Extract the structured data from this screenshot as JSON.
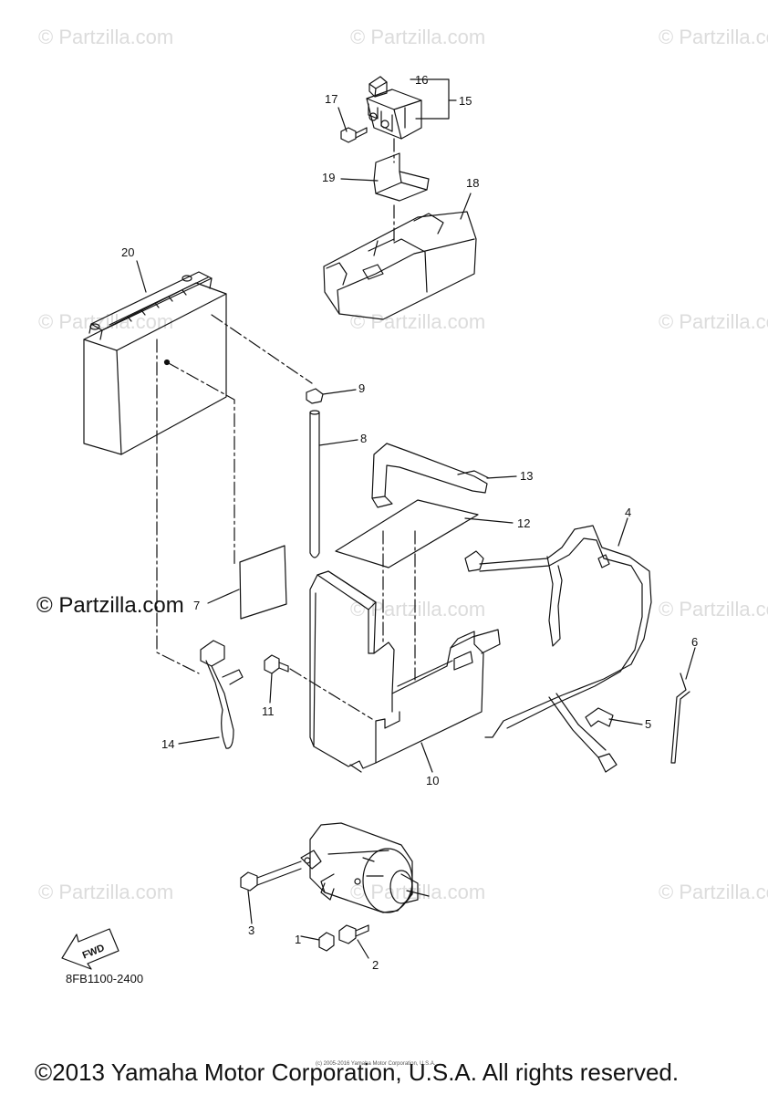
{
  "watermark": "© Partzilla.com",
  "watermark_main": "© Partzilla.com",
  "callouts": {
    "c1": "1",
    "c2": "2",
    "c3": "3",
    "c4": "4",
    "c5": "5",
    "c6": "6",
    "c7": "7",
    "c8": "8",
    "c9": "9",
    "c10": "10",
    "c11": "11",
    "c12": "12",
    "c13": "13",
    "c14": "14",
    "c15": "15",
    "c16": "16",
    "c17": "17",
    "c18": "18",
    "c19": "19",
    "c20": "20"
  },
  "fwd_label": "FWD",
  "diagram_code": "8FB1100-2400",
  "tiny_copyright": "(c) 2005-2016 Yamaha Motor Corporation, U.S.A.",
  "copyright": "©2013 Yamaha Motor Corporation, U.S.A. All rights reserved."
}
